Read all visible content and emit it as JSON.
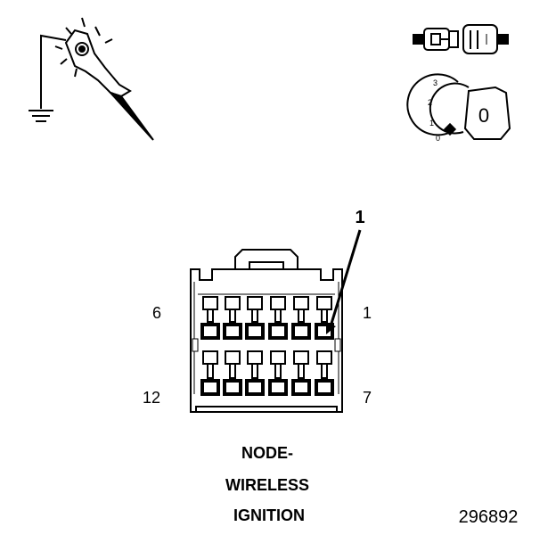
{
  "icons": {
    "probe": "test-probe-with-ground-icon",
    "connector_disconnect": "disconnect-connector-icon",
    "ignition_key": "ignition-key-off-icon"
  },
  "ignition_key": {
    "positions": [
      "3",
      "2",
      "1",
      "0"
    ],
    "key_label": "0"
  },
  "connector": {
    "pin_labels": {
      "top_left": "6",
      "top_right": "1",
      "bottom_left": "12",
      "bottom_right": "7"
    },
    "callout": "1",
    "name_lines": [
      "NODE-",
      "WIRELESS",
      "IGNITION"
    ]
  },
  "figure_id": "296892"
}
